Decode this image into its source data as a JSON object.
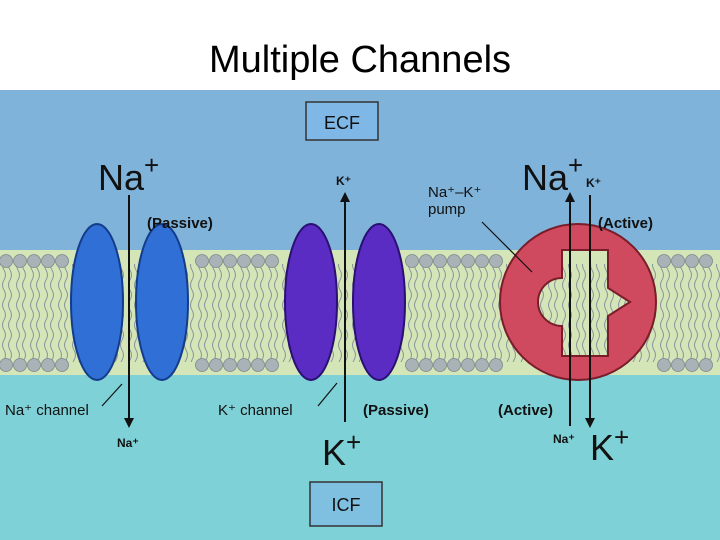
{
  "slide": {
    "title": "Multiple Channels"
  },
  "diagram": {
    "ecf_label": "ECF",
    "icf_label": "ICF",
    "na_channel": {
      "top_ion": "Na",
      "top_ion_charge": "+",
      "mode": "(Passive)",
      "label": "Na⁺ channel",
      "bottom_ion": "Na⁺"
    },
    "k_channel": {
      "top_ion": "K⁺",
      "bottom_ion": "K",
      "bottom_ion_charge": "+",
      "label": "K⁺ channel",
      "mode": "(Passive)"
    },
    "pump": {
      "label_line1": "Na⁺–K⁺",
      "label_line2": "pump",
      "top_ion": "Na",
      "top_ion_charge": "+",
      "top_k": "K⁺",
      "mode_top": "(Active)",
      "mode_bottom": "(Active)",
      "bottom_na": "Na⁺",
      "bottom_ion": "K",
      "bottom_ion_charge": "+"
    },
    "colors": {
      "ecf_band": "#7fb3da",
      "icf_band": "#7ed1d6",
      "membrane": "#d4e6b8",
      "lipid_head": "#a9b2b7",
      "na_channel": "#2f6fd6",
      "k_channel": "#5a2cc4",
      "pump": "#cf4a5e"
    }
  }
}
